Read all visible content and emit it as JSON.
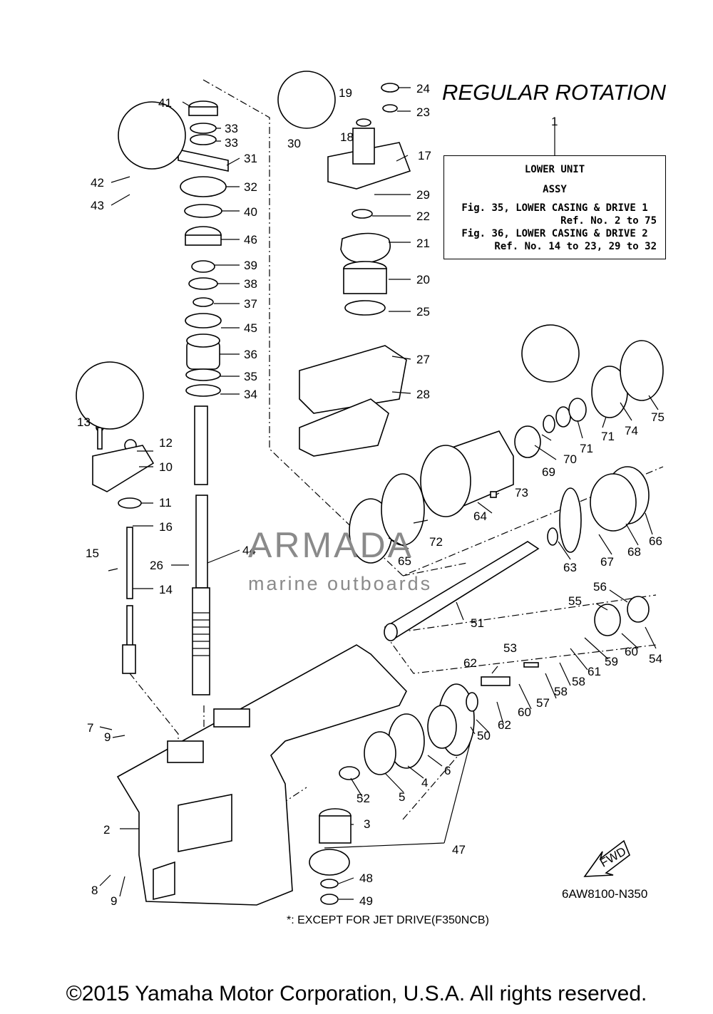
{
  "title": "REGULAR ROTATION",
  "box": {
    "ref_number": "1",
    "line1": "LOWER UNIT",
    "line2": "ASSY",
    "line3": "Fig. 35, LOWER CASING & DRIVE 1",
    "line4": "Ref. No. 2 to 75",
    "line5": "Fig. 36, LOWER CASING & DRIVE 2",
    "line6": "Ref. No. 14 to 23, 29 to 32"
  },
  "diagram_code": "6AW8100-N350",
  "footnote": "*: EXCEPT FOR JET DRIVE(F350NCB)",
  "copyright": "©2015 Yamaha Motor Corporation, U.S.A. All rights reserved.",
  "watermark": {
    "brand": "ARMADA",
    "tagline": "marine outboards"
  },
  "fwd_badge": "FWD",
  "callouts": [
    "2",
    "3",
    "4",
    "5",
    "6",
    "7",
    "8",
    "9",
    "9",
    "10",
    "11",
    "12",
    "13",
    "14",
    "15",
    "16",
    "17",
    "18",
    "19",
    "20",
    "21",
    "22",
    "23",
    "24",
    "25",
    "26",
    "27",
    "28",
    "29",
    "30",
    "31",
    "32",
    "33",
    "33",
    "34",
    "35",
    "36",
    "37",
    "38",
    "39",
    "40",
    "41",
    "42",
    "43",
    "44",
    "45",
    "46",
    "47",
    "48",
    "49",
    "50",
    "51",
    "52",
    "53",
    "54",
    "55",
    "56",
    "57",
    "58",
    "58",
    "59",
    "60",
    "60",
    "61",
    "62",
    "62",
    "63",
    "64",
    "65",
    "66",
    "67",
    "68",
    "69",
    "70",
    "71",
    "71",
    "72",
    "73",
    "74",
    "75"
  ]
}
